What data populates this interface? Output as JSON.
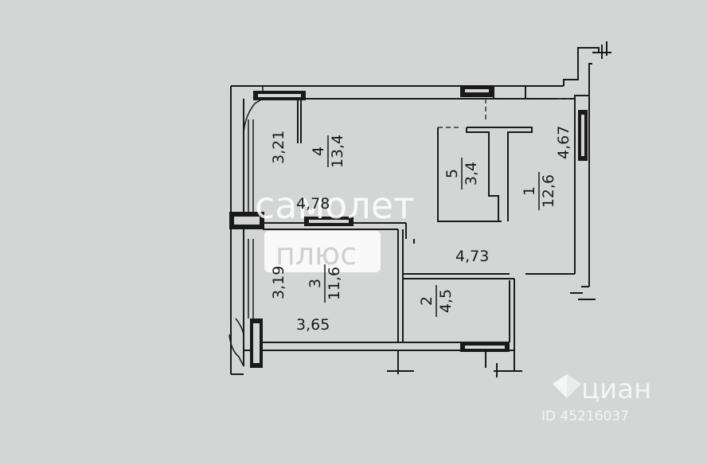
{
  "rooms": [
    {
      "number": "1",
      "area": "12,6"
    },
    {
      "number": "2",
      "area": "4,5"
    },
    {
      "number": "3",
      "area": "11,6"
    },
    {
      "number": "4",
      "area": "13,4"
    },
    {
      "number": "5",
      "area": "3,4"
    }
  ],
  "dimensions": [
    "4,67",
    "3,21",
    "4,78",
    "4,73",
    "3,19",
    "3,65"
  ],
  "watermark": {
    "line1": "самолет",
    "line2": "плюс"
  },
  "cian": {
    "logo": "циан",
    "id": "ID 45216037"
  },
  "colors": {
    "background": "#d4d6d5",
    "wall": "#1a1a1a",
    "watermark": "#ffffff"
  }
}
